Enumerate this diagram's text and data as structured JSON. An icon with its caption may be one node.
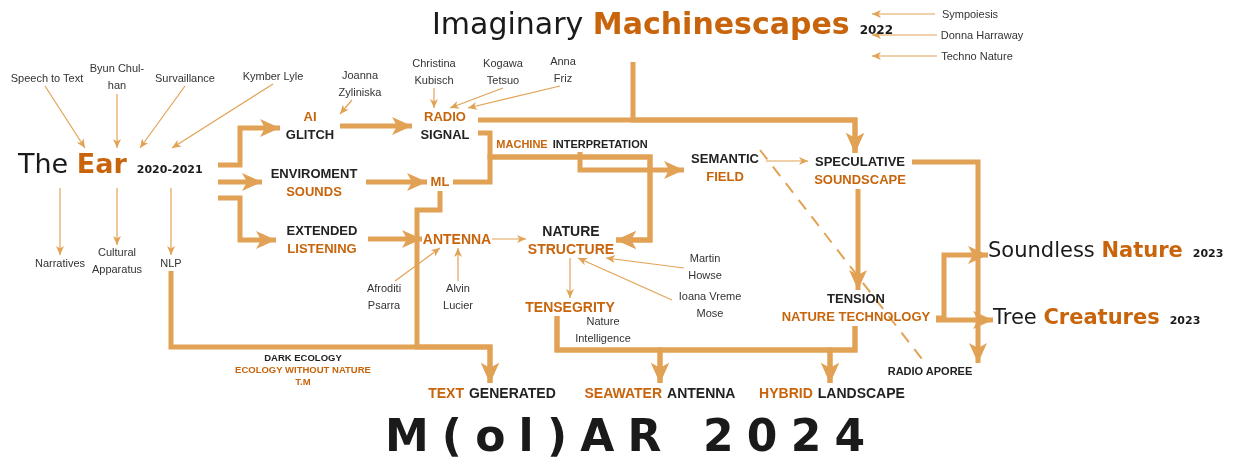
{
  "diagram": {
    "title": "M(ol)AR 2024",
    "nodes": [
      {
        "text": [
          "The **Ear**"
        ],
        "beside": [
          "2020-2021"
        ]
      },
      {
        "text": [
          "Speech to Text"
        ]
      },
      {
        "text": [
          "Byun Chul-han"
        ]
      },
      {
        "text": [
          "Survaillance"
        ]
      },
      {
        "text": [
          "Kymber Lyle"
        ]
      },
      {
        "text": [
          "Narratives"
        ]
      },
      {
        "text": [
          "Cultural Apparatus"
        ]
      },
      {
        "text": [
          "NLP"
        ]
      },
      {
        "text": [
          "AI",
          "GLITCH"
        ]
      },
      {
        "text": [
          "Joanna Zyliniska"
        ]
      },
      {
        "text": [
          "ENVIROMENT",
          "SOUNDS"
        ]
      },
      {
        "text": [
          "EXTENDED",
          "LISTENING"
        ]
      },
      {
        "text": [
          "Imaginary **Machinescapes**"
        ],
        "beside": [
          "2022"
        ]
      },
      {
        "text": [
          "Sympoiesis"
        ]
      },
      {
        "text": [
          "Donna Harraway"
        ]
      },
      {
        "text": [
          "Techno Nature"
        ]
      },
      {
        "text": [
          "Christina Kubisch"
        ]
      },
      {
        "text": [
          "Kogawa Tetsuo"
        ]
      },
      {
        "text": [
          "Anna Friz"
        ]
      },
      {
        "text": [
          "RADIO",
          "SIGNAL"
        ]
      },
      {
        "text": [
          "ML"
        ]
      },
      {
        "text": [
          "MACHINE",
          "INTERPRETATION"
        ]
      },
      {
        "text": [
          "SEMANTIC",
          "FIELD"
        ]
      },
      {
        "text": [
          "SPECULATIVE",
          "SOUNDSCAPE"
        ]
      },
      {
        "text": [
          "ANTENNA"
        ]
      },
      {
        "text": [
          "Afroditi Psarra"
        ]
      },
      {
        "text": [
          "Alvin Lucier"
        ]
      },
      {
        "text": [
          "NATURE",
          "STRUCTURE"
        ]
      },
      {
        "text": [
          "Martin Howse"
        ]
      },
      {
        "text": [
          "Ioana Vreme Mose"
        ]
      },
      {
        "text": [
          "TENSEGRITY"
        ]
      },
      {
        "text": [
          "Nature Intelligence"
        ]
      },
      {
        "text": [
          "TENSION",
          "NATURE TECHNOLOGY"
        ]
      },
      {
        "text": [
          "Soundless **Nature**"
        ],
        "beside": [
          "2023"
        ]
      },
      {
        "text": [
          "Tree **Creatures**"
        ],
        "beside": [
          "2023"
        ]
      },
      {
        "text": [
          "RADIO APOREE"
        ]
      },
      {
        "text": [
          "DARK ECOLOGY",
          "ECOLOGY WITHOUT NATURE",
          "T.M"
        ]
      },
      {
        "text": [
          "TEXT",
          "GENERATED"
        ]
      },
      {
        "text": [
          "SEAWATER",
          "ANTENNA"
        ]
      },
      {
        "text": [
          "HYBRID",
          "LANDSCAPE"
        ]
      }
    ],
    "edges": [
      {
        "from": 1,
        "to": 0,
        "arrow": "to"
      },
      {
        "from": 2,
        "to": 0,
        "arrow": "to"
      },
      {
        "from": 3,
        "to": 0,
        "arrow": "to"
      },
      {
        "from": 4,
        "to": 0,
        "arrow": "to"
      },
      {
        "from": 0,
        "to": 5,
        "arrow": "to"
      },
      {
        "from": 0,
        "to": 6,
        "arrow": "to"
      },
      {
        "from": 0,
        "to": 7,
        "arrow": "to"
      },
      {
        "from": 0,
        "to": 8,
        "arrow": "to",
        "style": "thick"
      },
      {
        "from": 0,
        "to": 10,
        "arrow": "to",
        "style": "thick"
      },
      {
        "from": 0,
        "to": 11,
        "arrow": "to",
        "style": "thick"
      },
      {
        "from": 9,
        "to": 8,
        "arrow": "to"
      },
      {
        "from": 8,
        "to": 19,
        "arrow": "to",
        "style": "thick"
      },
      {
        "from": 10,
        "to": 20,
        "arrow": "to",
        "style": "thick"
      },
      {
        "from": 11,
        "to": 24,
        "arrow": "to",
        "style": "thick"
      },
      {
        "from": 16,
        "to": 19,
        "arrow": "to"
      },
      {
        "from": 17,
        "to": 19,
        "arrow": "to"
      },
      {
        "from": 18,
        "to": 19,
        "arrow": "to"
      },
      {
        "from": 13,
        "to": 12,
        "arrow": "to"
      },
      {
        "from": 14,
        "to": 12,
        "arrow": "to"
      },
      {
        "from": 15,
        "to": 12,
        "arrow": "to"
      },
      {
        "from": 19,
        "to": 23,
        "arrow": "to",
        "style": "thick"
      },
      {
        "from": 12,
        "to": 23,
        "arrow": "to",
        "style": "thick"
      },
      {
        "from": 19,
        "to": 27,
        "arrow": "to",
        "style": "thick"
      },
      {
        "from": 20,
        "to": 27,
        "arrow": "to",
        "style": "thick"
      },
      {
        "from": 21,
        "to": 22,
        "arrow": "to",
        "style": "thick"
      },
      {
        "from": 22,
        "to": 23,
        "arrow": "to"
      },
      {
        "from": 7,
        "to": 37,
        "arrow": "to",
        "style": "thick"
      },
      {
        "from": 20,
        "to": 37,
        "arrow": "to",
        "style": "thick"
      },
      {
        "from": 24,
        "to": 27,
        "arrow": "to"
      },
      {
        "from": 25,
        "to": 24,
        "arrow": "to"
      },
      {
        "from": 26,
        "to": 24,
        "arrow": "to"
      },
      {
        "from": 28,
        "to": 27,
        "arrow": "to"
      },
      {
        "from": 29,
        "to": 27,
        "arrow": "to"
      },
      {
        "from": 27,
        "to": 30,
        "arrow": "to"
      },
      {
        "from": 23,
        "to": 32,
        "arrow": "to",
        "style": "thick"
      },
      {
        "from": 32,
        "to": 33,
        "arrow": "to",
        "style": "thick"
      },
      {
        "from": 32,
        "to": 34,
        "arrow": "to",
        "style": "thick"
      },
      {
        "from": 23,
        "to": 35,
        "arrow": "to",
        "style": "thick"
      },
      {
        "from": 22,
        "to": 35,
        "arrow": "none",
        "style": "dashed"
      },
      {
        "from": 30,
        "to": 38,
        "arrow": "to",
        "style": "thick"
      },
      {
        "from": 30,
        "to": 39,
        "arrow": "to",
        "style": "thick"
      },
      {
        "from": 32,
        "to": 38,
        "arrow": "to",
        "style": "thick"
      },
      {
        "from": 32,
        "to": 39,
        "arrow": "to",
        "style": "thick"
      }
    ]
  }
}
